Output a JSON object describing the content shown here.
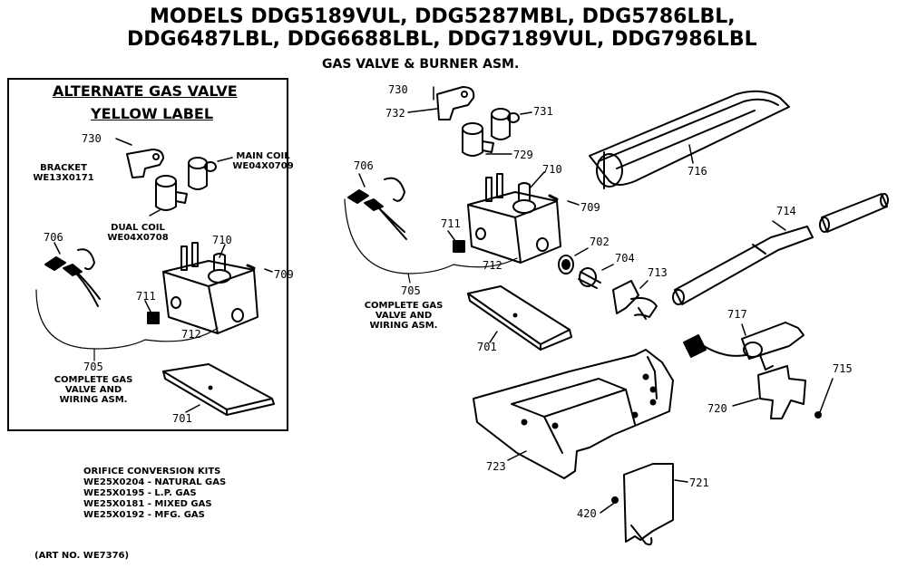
{
  "header": {
    "line1": "MODELS DDG5189VUL, DDG5287MBL, DDG5786LBL,",
    "line2": "DDG6487LBL, DDG6688LBL, DDG7189VUL, DDG7986LBL",
    "subtitle": "GAS VALVE & BURNER ASM."
  },
  "alternate": {
    "heading1": "ALTERNATE GAS VALVE",
    "heading2": "YELLOW LABEL",
    "bracket_label": "BRACKET",
    "bracket_part": "WE13X0171",
    "main_coil_label": "MAIN COIL",
    "main_coil_part": "WE04X0709",
    "dual_coil_label": "DUAL COIL",
    "dual_coil_part": "WE04X0708",
    "complete_line1": "COMPLETE GAS",
    "complete_line2": "VALVE AND",
    "complete_line3": "WIRING ASM.",
    "n730": "730",
    "n706": "706",
    "n710": "710",
    "n709": "709",
    "n711": "711",
    "n712": "712",
    "n705": "705",
    "n701": "701"
  },
  "main": {
    "n730": "730",
    "n732": "732",
    "n731": "731",
    "n729": "729",
    "n706": "706",
    "n710": "710",
    "n709": "709",
    "n711": "711",
    "n712": "712",
    "n702": "702",
    "n704": "704",
    "n713": "713",
    "n716": "716",
    "n714": "714",
    "n705": "705",
    "complete_line1": "COMPLETE GAS",
    "complete_line2": "VALVE AND",
    "complete_line3": "WIRING ASM.",
    "n701": "701",
    "n717": "717",
    "n715": "715",
    "n720": "720",
    "n723": "723",
    "n721": "721",
    "n420": "420"
  },
  "kits": {
    "title": "ORIFICE CONVERSION KITS",
    "items": [
      "WE25X0204 - NATURAL GAS",
      "WE25X0195 - L.P. GAS",
      "WE25X0181 - MIXED GAS",
      "WE25X0192 - MFG. GAS"
    ]
  },
  "art_no": "(ART NO. WE7376)"
}
